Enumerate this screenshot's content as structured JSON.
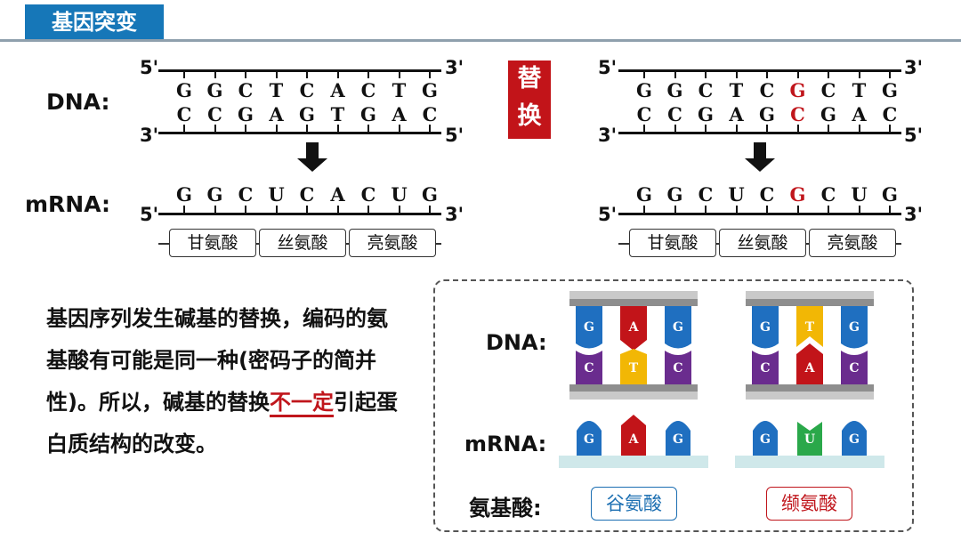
{
  "header": {
    "title": "基因突变"
  },
  "left_panel": {
    "dna_label": "DNA:",
    "mrna_label": "mRNA:",
    "dna_top": {
      "five": "5'",
      "three": "3'",
      "bases": [
        "G",
        "G",
        "C",
        "T",
        "C",
        "A",
        "C",
        "T",
        "G"
      ]
    },
    "dna_bottom": {
      "three": "3'",
      "five": "5'",
      "bases": [
        "C",
        "C",
        "G",
        "A",
        "G",
        "T",
        "G",
        "A",
        "C"
      ]
    },
    "mrna": {
      "five": "5'",
      "three": "3'",
      "bases": [
        "G",
        "G",
        "C",
        "U",
        "C",
        "A",
        "C",
        "U",
        "G"
      ]
    },
    "amino_acids": [
      "甘氨酸",
      "丝氨酸",
      "亮氨酸"
    ]
  },
  "badge": {
    "line1": "替",
    "line2": "换"
  },
  "right_panel": {
    "dna_top": {
      "five": "5'",
      "three": "3'",
      "bases": [
        "G",
        "G",
        "C",
        "T",
        "C",
        "G",
        "C",
        "T",
        "G"
      ],
      "mutated_index": 5
    },
    "dna_bottom": {
      "three": "3'",
      "five": "5'",
      "bases": [
        "C",
        "C",
        "G",
        "A",
        "G",
        "C",
        "G",
        "A",
        "C"
      ],
      "mutated_index": 5
    },
    "mrna": {
      "five": "5'",
      "three": "3'",
      "bases": [
        "G",
        "G",
        "C",
        "U",
        "C",
        "G",
        "C",
        "U",
        "G"
      ],
      "mutated_index": 5
    },
    "amino_acids": [
      "甘氨酸",
      "丝氨酸",
      "亮氨酸"
    ],
    "mutated_amino_index": 1
  },
  "explanation": {
    "part1": "基因序列发生碱基的替换，编码的氨基酸有可能是同一种(密码子的简并性)。所以，碱基的替换",
    "emphasis": "不一定",
    "part2": "引起蛋白质结构的改变。"
  },
  "illustration": {
    "dna_label": "DNA:",
    "mrna_label": "mRNA:",
    "aa_label": "氨基酸:",
    "left": {
      "dna_top": [
        "G",
        "A",
        "G"
      ],
      "dna_bottom": [
        "C",
        "T",
        "C"
      ],
      "mrna": [
        "G",
        "A",
        "G"
      ],
      "amino_acid": "谷氨酸"
    },
    "right": {
      "dna_top": [
        "G",
        "T",
        "G"
      ],
      "dna_bottom": [
        "C",
        "A",
        "C"
      ],
      "mrna": [
        "G",
        "U",
        "G"
      ],
      "amino_acid": "缬氨酸"
    }
  },
  "colors": {
    "title_bg": "#1677b8",
    "badge_bg": "#c21419",
    "mutation_red": "#c0161c",
    "base_G": "#1f6fc0",
    "base_C": "#6a2c8e",
    "base_A": "#c21419",
    "base_T": "#f2b705",
    "base_U": "#2aa84a",
    "glu_blue": "#1c6fb2",
    "val_red": "#c0161c"
  }
}
